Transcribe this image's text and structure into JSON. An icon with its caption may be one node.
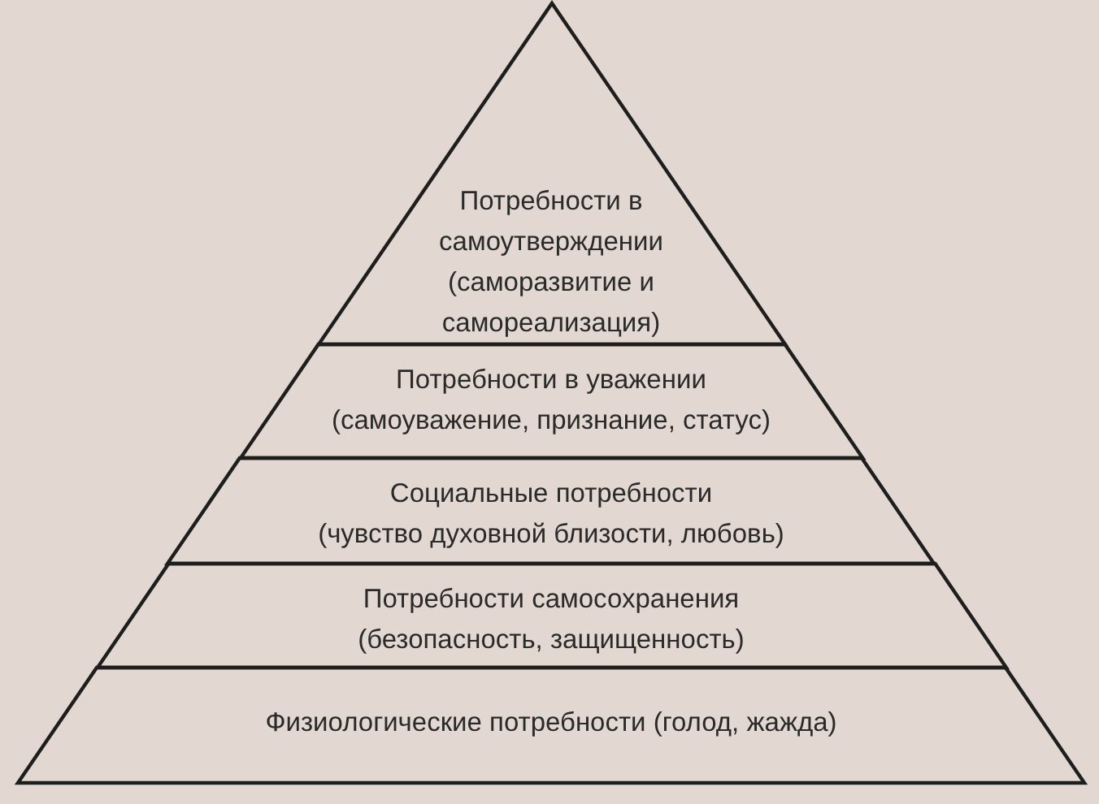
{
  "diagram": {
    "nodes": [
      {
        "text": [
          "Потребности в самоутверждении",
          "(саморазвитие и самореализация)"
        ]
      },
      {
        "text": [
          "Потребности в уважении",
          "(самоуважение, признание, статус)"
        ]
      },
      {
        "text": [
          "Социальные потребности",
          "(чувство духовной близости, любовь)"
        ]
      },
      {
        "text": [
          "Потребности самосохранения",
          "(безопасность, защищенность)"
        ]
      },
      {
        "text": [
          "Физиологические потребности (голод, жажда)"
        ]
      }
    ]
  }
}
